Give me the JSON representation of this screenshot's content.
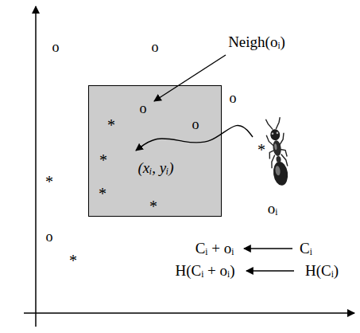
{
  "diagram": {
    "nodes": [
      {
        "text": [
          "(xᵢ, yᵢ)"
        ]
      }
    ],
    "labels": [
      "o",
      "o",
      "Neigh(oᵢ)",
      "o",
      "o",
      "*",
      "o",
      "*",
      "*",
      "*",
      "*",
      "*",
      "oᵢ",
      "o",
      "*",
      "Cᵢ + oᵢ",
      "Cᵢ",
      "H(Cᵢ + oᵢ)",
      "H(Cᵢ)"
    ]
  }
}
